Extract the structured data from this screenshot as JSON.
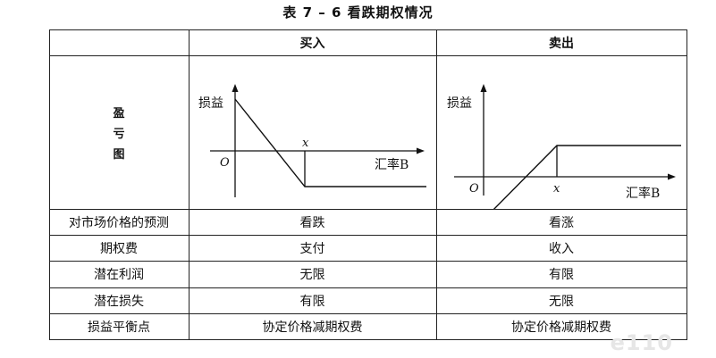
{
  "title": "表 7 – 6    看跌期权情况",
  "headers": {
    "buy": "买入",
    "sell": "卖出"
  },
  "row_label_chart": [
    "盈",
    "亏",
    "图"
  ],
  "chart_labels": {
    "y_axis": "损益",
    "x_axis": "汇率B",
    "origin": "O",
    "strike": "x"
  },
  "rows": [
    {
      "label": "对市场价格的预测",
      "buy": "看跌",
      "sell": "看涨"
    },
    {
      "label": "期权费",
      "buy": "支付",
      "sell": "收入"
    },
    {
      "label": "潜在利润",
      "buy": "无限",
      "sell": "有限"
    },
    {
      "label": "潜在损失",
      "buy": "有限",
      "sell": "无限"
    },
    {
      "label": "损益平衡点",
      "buy": "协定价格减期权费",
      "sell": "协定价格减期权费"
    }
  ],
  "watermark": "e110"
}
